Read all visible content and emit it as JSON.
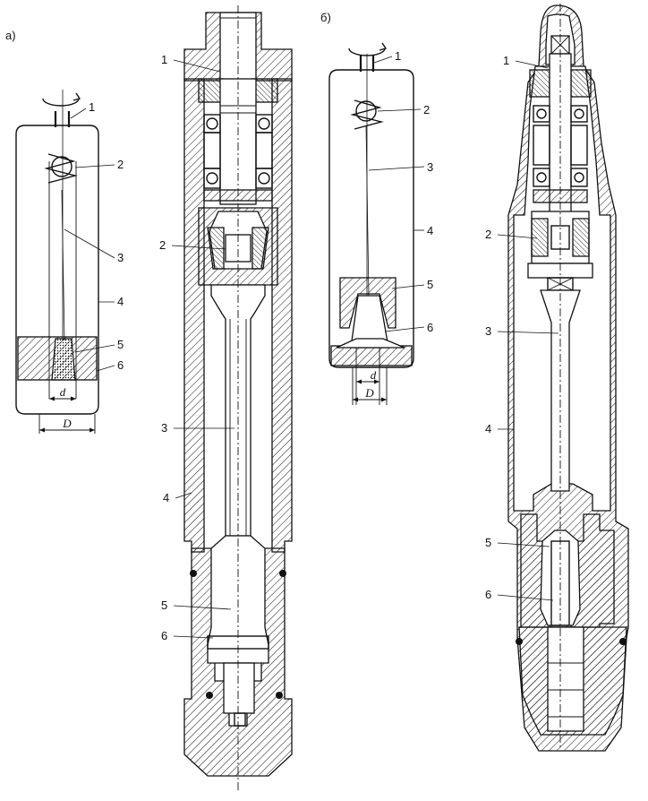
{
  "panels": {
    "a": "a)",
    "b": "б)"
  },
  "callouts": {
    "n1": "1",
    "n2": "2",
    "n3": "3",
    "n4": "4",
    "n5": "5",
    "n6": "6"
  },
  "dims": {
    "d": "d",
    "D": "D"
  }
}
